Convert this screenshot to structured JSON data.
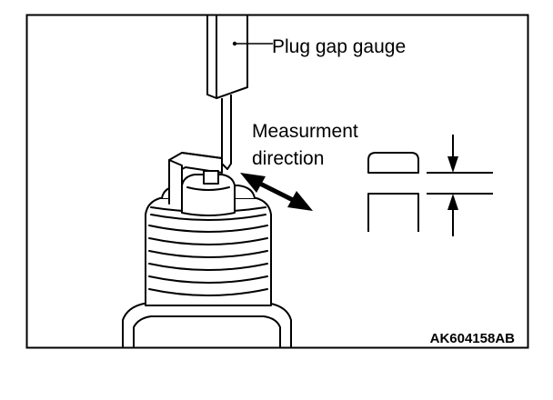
{
  "labels": {
    "gauge": "Plug gap gauge",
    "direction_line1": "Measurment",
    "direction_line2": "direction"
  },
  "figure_code": "AK604158AB",
  "colors": {
    "line": "#000000",
    "background": "#ffffff"
  }
}
